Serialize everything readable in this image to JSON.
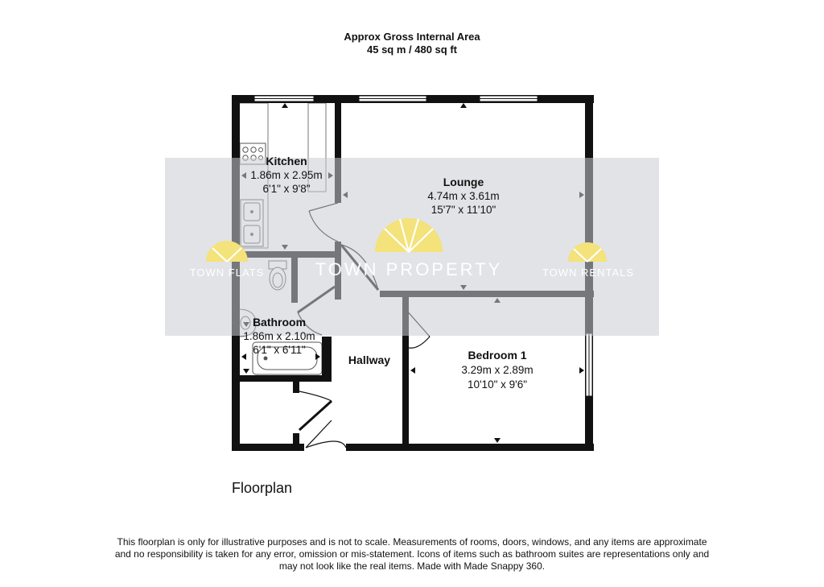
{
  "header": {
    "area_title": "Approx Gross Internal Area",
    "area_value": "45 sq m / 480 sq ft"
  },
  "rooms": {
    "kitchen": {
      "name": "Kitchen",
      "metric": "1.86m x 2.95m",
      "imperial": "6'1\" x 9'8\""
    },
    "lounge": {
      "name": "Lounge",
      "metric": "4.74m x 3.61m",
      "imperial": "15'7\" x 11'10\""
    },
    "bathroom": {
      "name": "Bathroom",
      "metric": "1.86m x 2.10m",
      "imperial": "6'1\" x 6'11\""
    },
    "hallway": {
      "name": "Hallway"
    },
    "bedroom1": {
      "name": "Bedroom 1",
      "metric": "3.29m x 2.89m",
      "imperial": "10'10\" x 9'6\""
    }
  },
  "watermark": {
    "left": "TOWN FLATS",
    "center": "TOWN PROPERTY",
    "right": "TOWN RENTALS",
    "band_color": "#c9ccd1",
    "sun_color": "#f4e27a"
  },
  "caption": "Floorplan",
  "disclaimer": [
    "This floorplan is only for illustrative purposes and is not to scale. Measurements of rooms, doors, windows, and any items are approximate",
    "and no responsibility is taken for any error, omission or mis-statement. Icons of items such as bathroom suites are representations only and",
    "may not look like the real items. Made with Made Snappy 360."
  ]
}
